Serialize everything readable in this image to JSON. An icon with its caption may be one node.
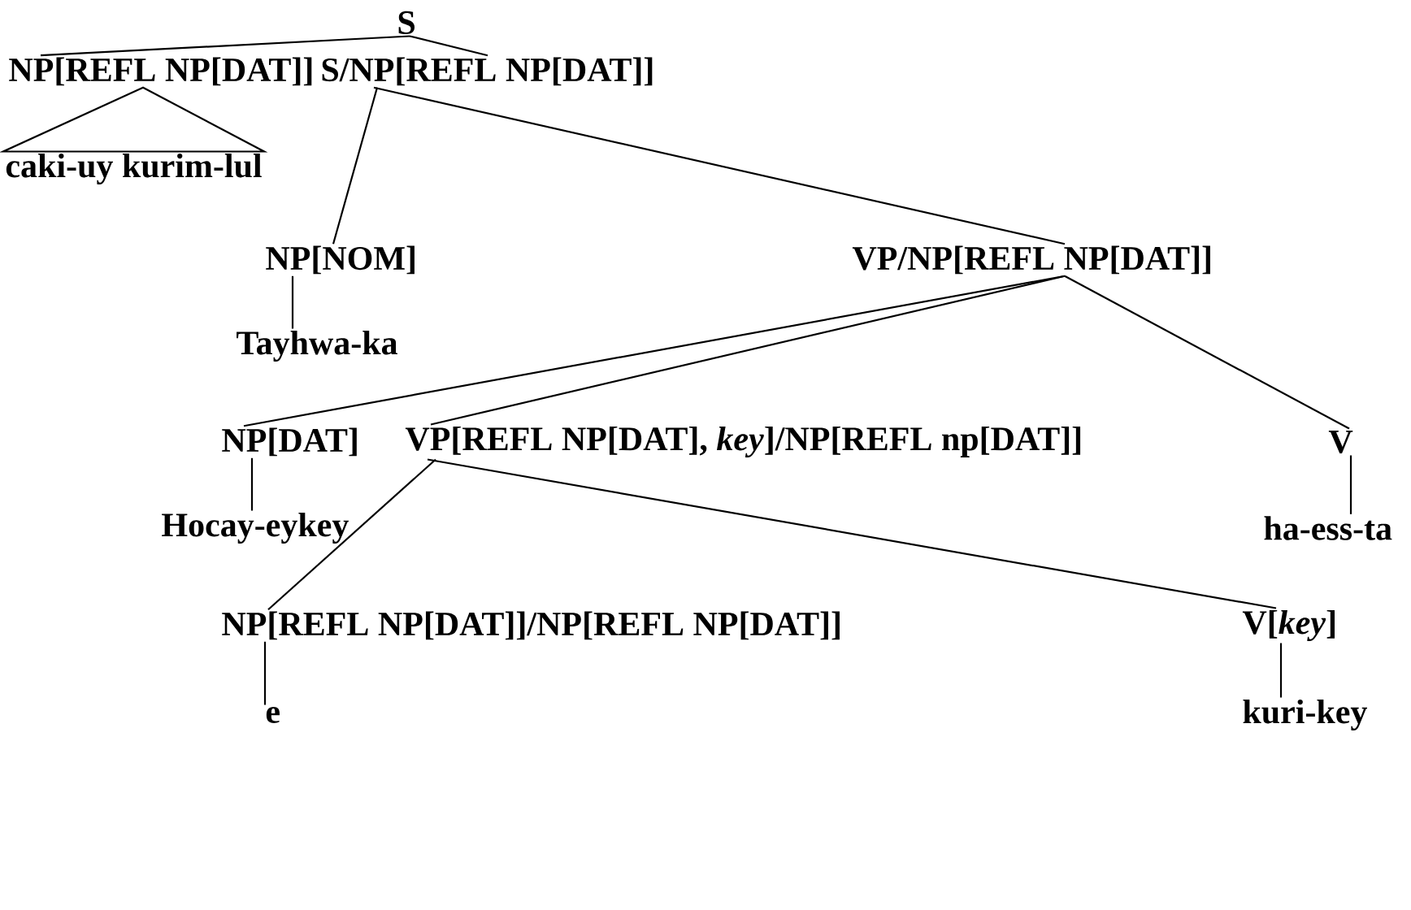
{
  "diagram": {
    "nodes": [
      {
        "text": [
          "S"
        ]
      },
      {
        "text": [
          "NP[REFL NP[DAT]]"
        ]
      },
      {
        "text": [
          "S/NP[REFL NP[DAT]]"
        ]
      },
      {
        "text": [
          "caki-uy kurim-lul"
        ]
      },
      {
        "text": [
          "NP[NOM]"
        ]
      },
      {
        "text": [
          "VP/NP[REFL NP[DAT]]"
        ]
      },
      {
        "text": [
          "Tayhwa-ka"
        ]
      },
      {
        "text": [
          "NP[DAT]"
        ]
      },
      {
        "text": [
          "VP[REFL NP[DAT], *key*]/NP[REFL np[DAT]]"
        ]
      },
      {
        "text": [
          "V"
        ]
      },
      {
        "text": [
          "Hocay-eykey"
        ]
      },
      {
        "text": [
          "ha-ess-ta"
        ]
      },
      {
        "text": [
          "NP[REFL NP[DAT]]/NP[REFL NP[DAT]]"
        ]
      },
      {
        "text": [
          "V[*key*]"
        ]
      },
      {
        "text": [
          "e"
        ]
      },
      {
        "text": [
          "kuri-key"
        ]
      }
    ],
    "edges": [
      {
        "from": 0,
        "to": 1,
        "arrow": "none"
      },
      {
        "from": 0,
        "to": 2,
        "arrow": "none"
      },
      {
        "from": 2,
        "to": 4,
        "arrow": "none"
      },
      {
        "from": 2,
        "to": 5,
        "arrow": "none"
      },
      {
        "from": 4,
        "to": 6,
        "arrow": "none"
      },
      {
        "from": 5,
        "to": 7,
        "arrow": "none"
      },
      {
        "from": 5,
        "to": 8,
        "arrow": "none"
      },
      {
        "from": 5,
        "to": 9,
        "arrow": "none"
      },
      {
        "from": 7,
        "to": 10,
        "arrow": "none"
      },
      {
        "from": 9,
        "to": 11,
        "arrow": "none"
      },
      {
        "from": 8,
        "to": 12,
        "arrow": "none"
      },
      {
        "from": 8,
        "to": 13,
        "arrow": "none"
      },
      {
        "from": 12,
        "to": 14,
        "arrow": "none"
      },
      {
        "from": 13,
        "to": 15,
        "arrow": "none"
      },
      {
        "from": 1,
        "to": 3,
        "arrow": "none"
      }
    ]
  }
}
